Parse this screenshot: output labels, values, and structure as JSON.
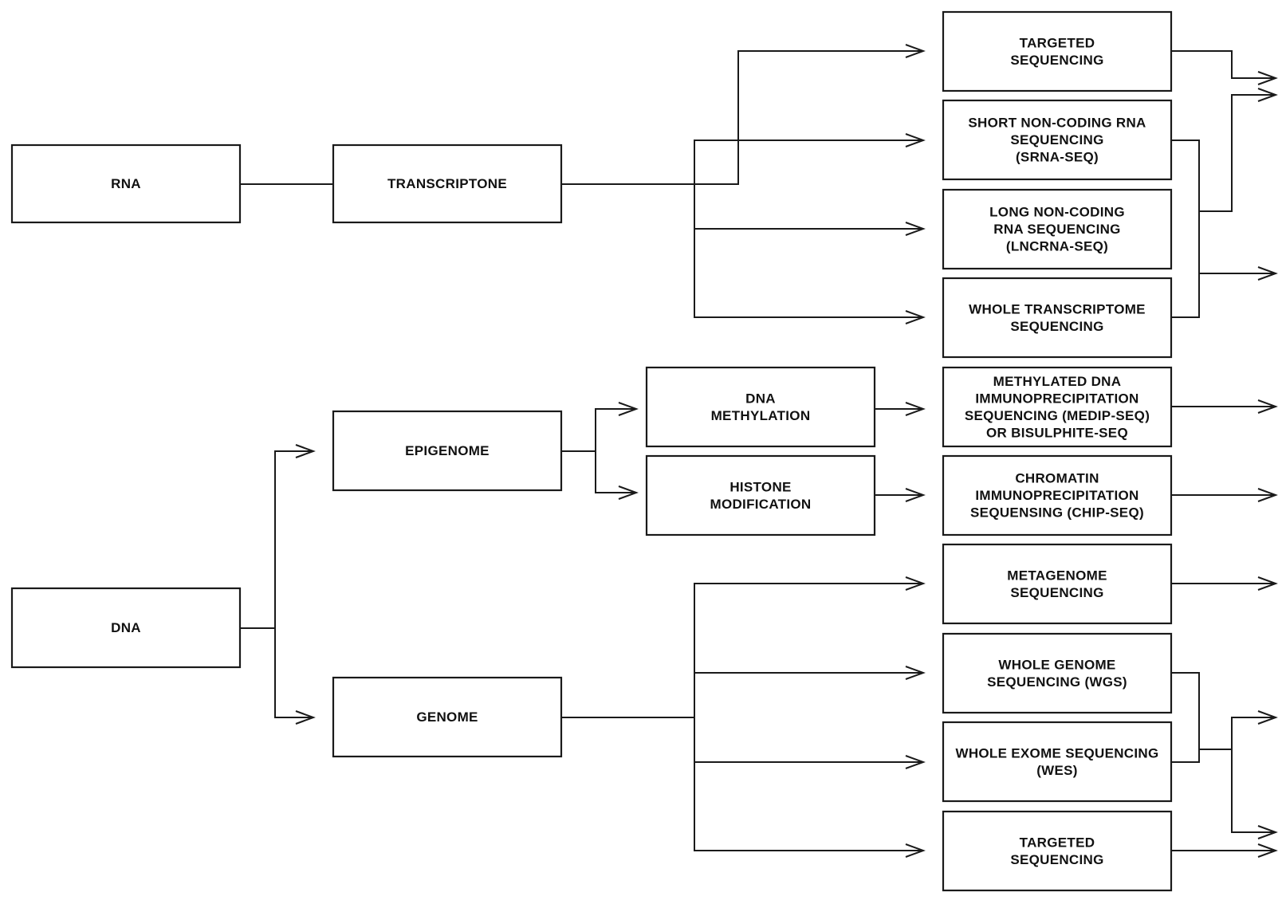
{
  "nodes": {
    "rna": {
      "lines": [
        "RNA"
      ]
    },
    "transcriptome": {
      "lines": [
        "TRANSCRIPTONE"
      ]
    },
    "targeted_rna": {
      "lines": [
        "TARGETED",
        "SEQUENCING"
      ]
    },
    "srna": {
      "lines": [
        "SHORT NON-CODING RNA",
        "SEQUENCING",
        "(SRNA-SEQ)"
      ]
    },
    "lncrna": {
      "lines": [
        "LONG NON-CODING",
        "RNA SEQUENCING",
        "(LNCRNA-SEQ)"
      ]
    },
    "whole_transcriptome": {
      "lines": [
        "WHOLE TRANSCRIPTOME",
        "SEQUENCING"
      ]
    },
    "dna": {
      "lines": [
        "DNA"
      ]
    },
    "epigenome": {
      "lines": [
        "EPIGENOME"
      ]
    },
    "dna_methylation": {
      "lines": [
        "DNA",
        "METHYLATION"
      ]
    },
    "histone": {
      "lines": [
        "HISTONE",
        "MODIFICATION"
      ]
    },
    "medip": {
      "lines": [
        "METHYLATED DNA",
        "IMMUNOPRECIPITATION",
        "SEQUENCING (MEDIP-SEQ)",
        "OR BISULPHITE-SEQ"
      ]
    },
    "chip": {
      "lines": [
        "CHROMATIN",
        "IMMUNOPRECIPITATION",
        "SEQUENSING (CHIP-SEQ)"
      ]
    },
    "genome": {
      "lines": [
        "GENOME"
      ]
    },
    "metagenome": {
      "lines": [
        "METAGENOME",
        "SEQUENCING"
      ]
    },
    "wgs": {
      "lines": [
        "WHOLE GENOME",
        "SEQUENCING (WGS)"
      ]
    },
    "wes": {
      "lines": [
        "WHOLE EXOME SEQUENCING",
        "(WES)"
      ]
    },
    "targeted_dna": {
      "lines": [
        "TARGETED",
        "SEQUENCING"
      ]
    }
  },
  "edges": [
    {
      "from": "rna",
      "to": "transcriptome",
      "arrow": false
    },
    {
      "from": "transcriptome",
      "to": "targeted_rna",
      "arrow": true
    },
    {
      "from": "transcriptome",
      "to": "srna",
      "arrow": true
    },
    {
      "from": "transcriptome",
      "to": "lncrna",
      "arrow": true
    },
    {
      "from": "transcriptome",
      "to": "whole_transcriptome",
      "arrow": true
    },
    {
      "from": "dna",
      "to": "epigenome",
      "arrow": true
    },
    {
      "from": "dna",
      "to": "genome",
      "arrow": true
    },
    {
      "from": "epigenome",
      "to": "dna_methylation",
      "arrow": true
    },
    {
      "from": "epigenome",
      "to": "histone",
      "arrow": true
    },
    {
      "from": "dna_methylation",
      "to": "medip",
      "arrow": true
    },
    {
      "from": "histone",
      "to": "chip",
      "arrow": true
    },
    {
      "from": "genome",
      "to": "metagenome",
      "arrow": true
    },
    {
      "from": "genome",
      "to": "wgs",
      "arrow": true
    },
    {
      "from": "genome",
      "to": "wes",
      "arrow": true
    },
    {
      "from": "genome",
      "to": "targeted_dna",
      "arrow": true
    }
  ],
  "colors": {
    "stroke": "#1a1a1a",
    "text": "#111111",
    "background": "#ffffff"
  }
}
